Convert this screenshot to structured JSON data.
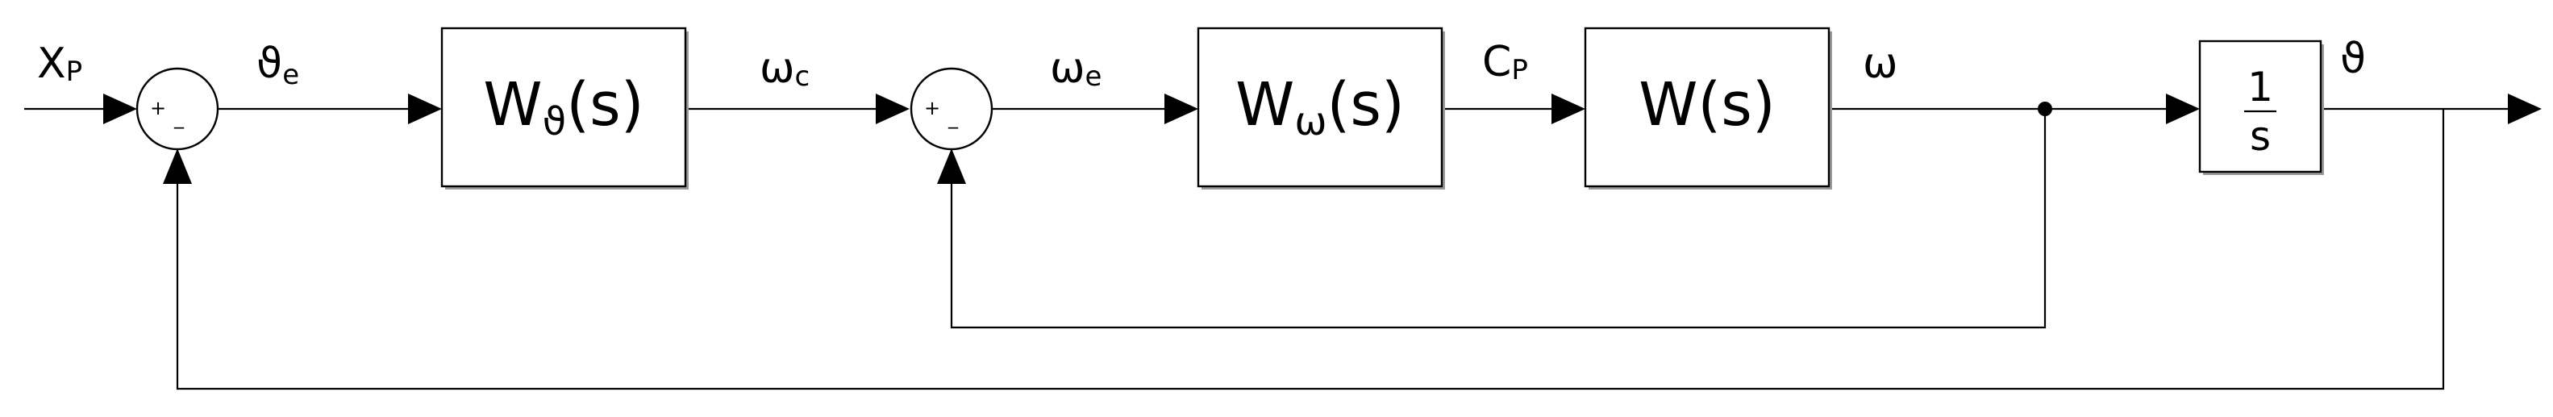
{
  "signals": {
    "input": {
      "main": "X",
      "sub": "P"
    },
    "position_error": {
      "main": "ϑ",
      "sub": "e"
    },
    "speed_command": {
      "main": "ω",
      "sub": "c"
    },
    "speed_error": {
      "main": "ω",
      "sub": "e"
    },
    "torque": {
      "main": "C",
      "sub": "P"
    },
    "speed": {
      "main": "ω"
    },
    "position": {
      "main": "ϑ"
    }
  },
  "blocks": {
    "position_controller": {
      "main": "W",
      "sub": "ϑ",
      "suffix": "(s)"
    },
    "speed_controller": {
      "main": "W",
      "sub": "ω",
      "suffix": "(s)"
    },
    "plant": {
      "label": "W(s)"
    },
    "integrator": {
      "numerator": "1",
      "denominator": "s"
    }
  },
  "summing_junctions": {
    "outer": {
      "plus": "+",
      "minus": "_"
    },
    "inner": {
      "plus": "+",
      "minus": "_"
    }
  }
}
